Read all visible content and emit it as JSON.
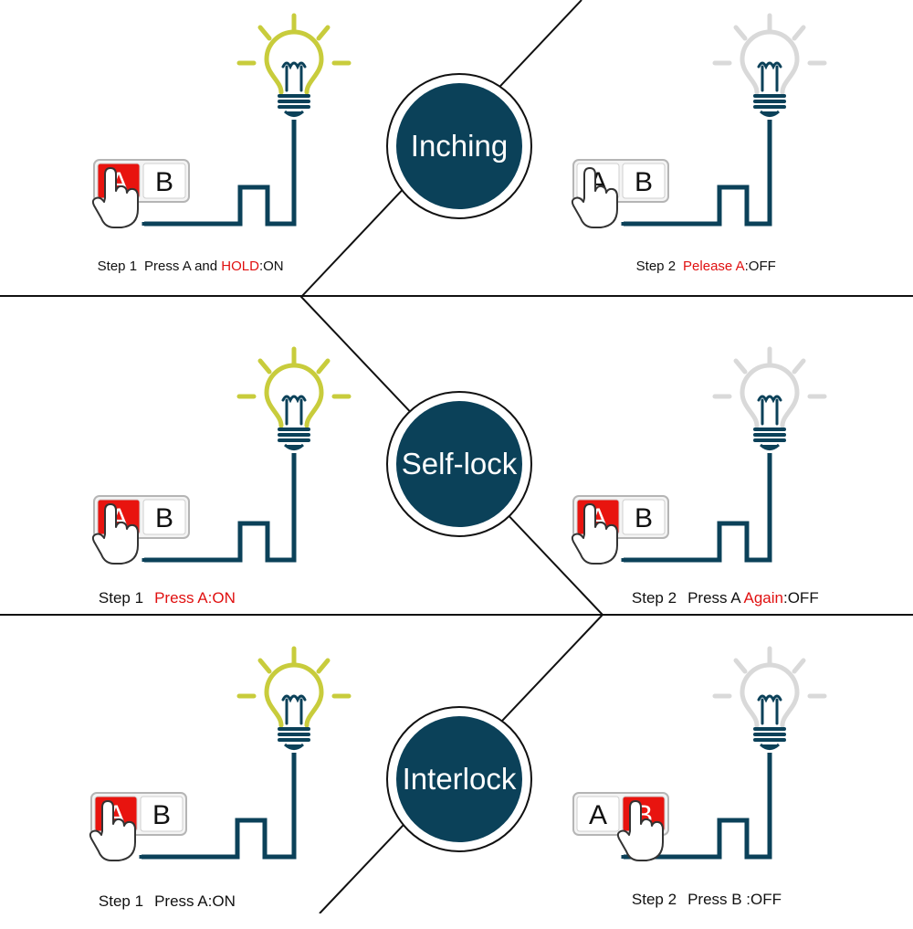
{
  "colors": {
    "bulb_on": "#c8cc3c",
    "bulb_off": "#d9d9d9",
    "wire": "#0b4159",
    "pressed_red": "#e8140f",
    "text_red": "#e01010",
    "badge": "#0b4159"
  },
  "modes": [
    {
      "title": "Inching",
      "left": {
        "bulb": "on",
        "pressed": "A",
        "button_a": "A",
        "button_b": "B",
        "step": "Step 1",
        "text": [
          {
            "t": "Press A and "
          },
          {
            "t": "HOLD",
            "red": true
          },
          {
            "t": ":ON"
          }
        ]
      },
      "right": {
        "bulb": "off",
        "pressed": "none-finger-A",
        "button_a": "A",
        "button_b": "B",
        "step": "Step 2",
        "text": [
          {
            "t": "Pelease A",
            "red": true
          },
          {
            "t": ":OFF"
          }
        ]
      }
    },
    {
      "title": "Self-lock",
      "left": {
        "bulb": "on",
        "pressed": "A",
        "button_a": "A",
        "button_b": "B",
        "step": "Step 1",
        "text": [
          {
            "t": "Press A:ON",
            "red": true
          }
        ]
      },
      "right": {
        "bulb": "off",
        "pressed": "A",
        "button_a": "A",
        "button_b": "B",
        "step": "Step 2",
        "text": [
          {
            "t": "Press A "
          },
          {
            "t": "Again",
            "red": true
          },
          {
            "t": ":OFF"
          }
        ]
      }
    },
    {
      "title": "Interlock",
      "left": {
        "bulb": "on",
        "pressed": "A",
        "button_a": "A",
        "button_b": "B",
        "step": "Step 1",
        "text": [
          {
            "t": "Press A:ON"
          }
        ]
      },
      "right": {
        "bulb": "off",
        "pressed": "B",
        "button_a": "A",
        "button_b": "B",
        "step": "Step 2",
        "text": [
          {
            "t": "Press B :OFF"
          }
        ]
      }
    }
  ]
}
